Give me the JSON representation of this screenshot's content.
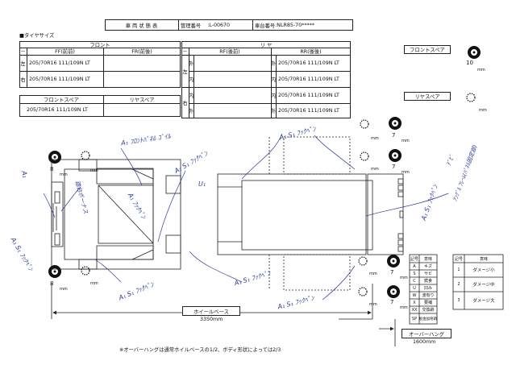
{
  "header": {
    "title": "車 両 状 態 表",
    "mgmt_label": "管理番号",
    "mgmt_value": ":L-00670",
    "chassis_label": "車台番号",
    "chassis_value": ":NLR85-70*****"
  },
  "tire_section": {
    "heading": "■タイヤサイズ",
    "front": "フロント",
    "rear": "リ ヤ",
    "dash": "－",
    "ff": "FF(前前)",
    "fr": "FR(前後)",
    "rf": "RF(後前)",
    "rr": "RR(後後)",
    "left": "左",
    "right": "右",
    "outer": "外",
    "inner": "内",
    "size": "205/70R16 111/109N LT"
  },
  "spare": {
    "front_spare": "フロントスペア",
    "rear_spare": "リヤスペア",
    "front_spare_value": "10",
    "mm": "mm"
  },
  "diagram": {
    "tread_values": {
      "fl": "8",
      "rl_outer": "7",
      "rl_inner": "7",
      "rr_outer": "7",
      "rr_inner": "7",
      "fr": "8"
    },
    "mm": "mm",
    "wheelbase_label": "ホイールベース",
    "wheelbase_value": "3350mm",
    "overhang_label": "オーバーハング",
    "overhang_value": "1600mm",
    "footnote": "※オーバーハングは通常ホイルベースの1/2、ボディ形状によっては2/3"
  },
  "notes": {
    "n1": "A₁ ﾌﾛﾝﾄﾊﾟﾈﾙ ｺﾞｲﾙ",
    "n2": "A₁",
    "n3": "A₁ S₁ ﾌｯｸﾍﾟﾝ",
    "n4": "A₁ ﾌｯｸﾍﾟﾝ",
    "n5": "A₁ S₁ ﾌｯｸﾍﾟﾝ",
    "n6": "U₁",
    "n7": "A₁ S₁ ﾌｯｸﾍﾟﾝ",
    "n8": "A₁ S₁ ﾌｯｸﾍﾟﾝ",
    "n9": "A₁ S₁ ﾌｯｸﾍﾟﾝ",
    "n10": "A₁ S₁ ﾌｯｸﾍﾟﾝ",
    "n11": "ｱﾝｸﾞﾙ ﾌﾚｰﾑ(ﾊﾟﾈﾙ固定部)",
    "n12": "A₁ S₁ ﾌｯｸﾍﾟﾝ",
    "n13": "踏台ボーナス",
    "n14": "ﾃﾞﾋﾞ"
  },
  "legend": {
    "h_code": "記号",
    "h_meaning": "意味",
    "rows": [
      {
        "code": "A",
        "meaning": "キズ"
      },
      {
        "code": "S",
        "meaning": "サビ"
      },
      {
        "code": "C",
        "meaning": "腐食"
      },
      {
        "code": "U",
        "meaning": "凹み"
      },
      {
        "code": "W",
        "meaning": "波有り"
      },
      {
        "code": "X",
        "meaning": "要補"
      },
      {
        "code": "XX",
        "meaning": "交換跡"
      },
      {
        "code": "SP",
        "meaning": "板金加修跡"
      }
    ],
    "level_rows": [
      {
        "code": "1",
        "meaning": "ダメージ小"
      },
      {
        "code": "2",
        "meaning": "ダメージ中"
      },
      {
        "code": "3",
        "meaning": "ダメージ大"
      }
    ]
  }
}
